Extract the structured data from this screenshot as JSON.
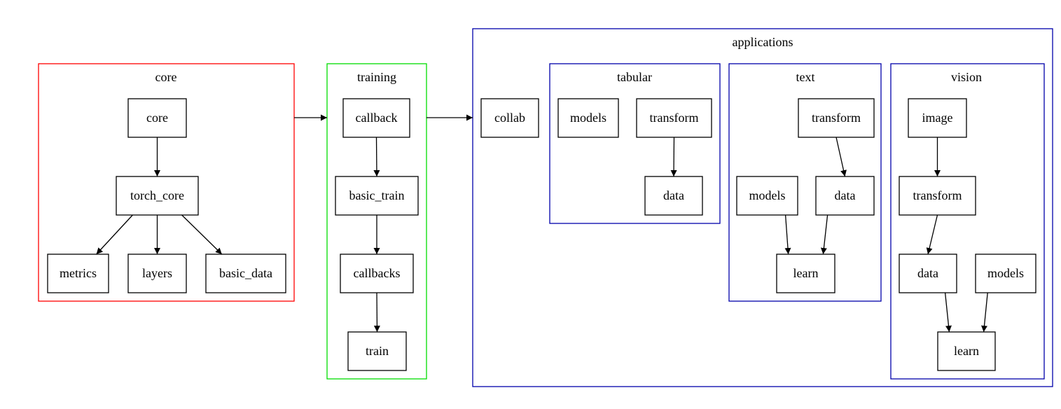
{
  "colors": {
    "core": "#ff0000",
    "training": "#00dd00",
    "applications": "#0000aa",
    "edge": "#000000"
  },
  "clusters": {
    "core": "core",
    "training": "training",
    "applications": "applications",
    "tabular": "tabular",
    "text": "text",
    "vision": "vision"
  },
  "nodes": {
    "core": "core",
    "torch_core": "torch_core",
    "metrics": "metrics",
    "layers": "layers",
    "basic_data": "basic_data",
    "callback": "callback",
    "basic_train": "basic_train",
    "callbacks": "callbacks",
    "train": "train",
    "collab": "collab",
    "tabular_models": "models",
    "tabular_transform": "transform",
    "tabular_data": "data",
    "text_transform": "transform",
    "text_models": "models",
    "text_data": "data",
    "text_learn": "learn",
    "vision_image": "image",
    "vision_transform": "transform",
    "vision_data": "data",
    "vision_models": "models",
    "vision_learn": "learn"
  },
  "edges": [
    [
      "core",
      "torch_core"
    ],
    [
      "torch_core",
      "metrics"
    ],
    [
      "torch_core",
      "layers"
    ],
    [
      "torch_core",
      "basic_data"
    ],
    [
      "callback",
      "basic_train"
    ],
    [
      "basic_train",
      "callbacks"
    ],
    [
      "callbacks",
      "train"
    ],
    [
      "tabular_transform",
      "tabular_data"
    ],
    [
      "text_transform",
      "text_data"
    ],
    [
      "text_models",
      "text_learn"
    ],
    [
      "text_data",
      "text_learn"
    ],
    [
      "vision_image",
      "vision_transform"
    ],
    [
      "vision_transform",
      "vision_data"
    ],
    [
      "vision_data",
      "vision_learn"
    ],
    [
      "vision_models",
      "vision_learn"
    ],
    [
      "cluster:core",
      "cluster:training"
    ],
    [
      "cluster:training",
      "cluster:applications"
    ]
  ]
}
